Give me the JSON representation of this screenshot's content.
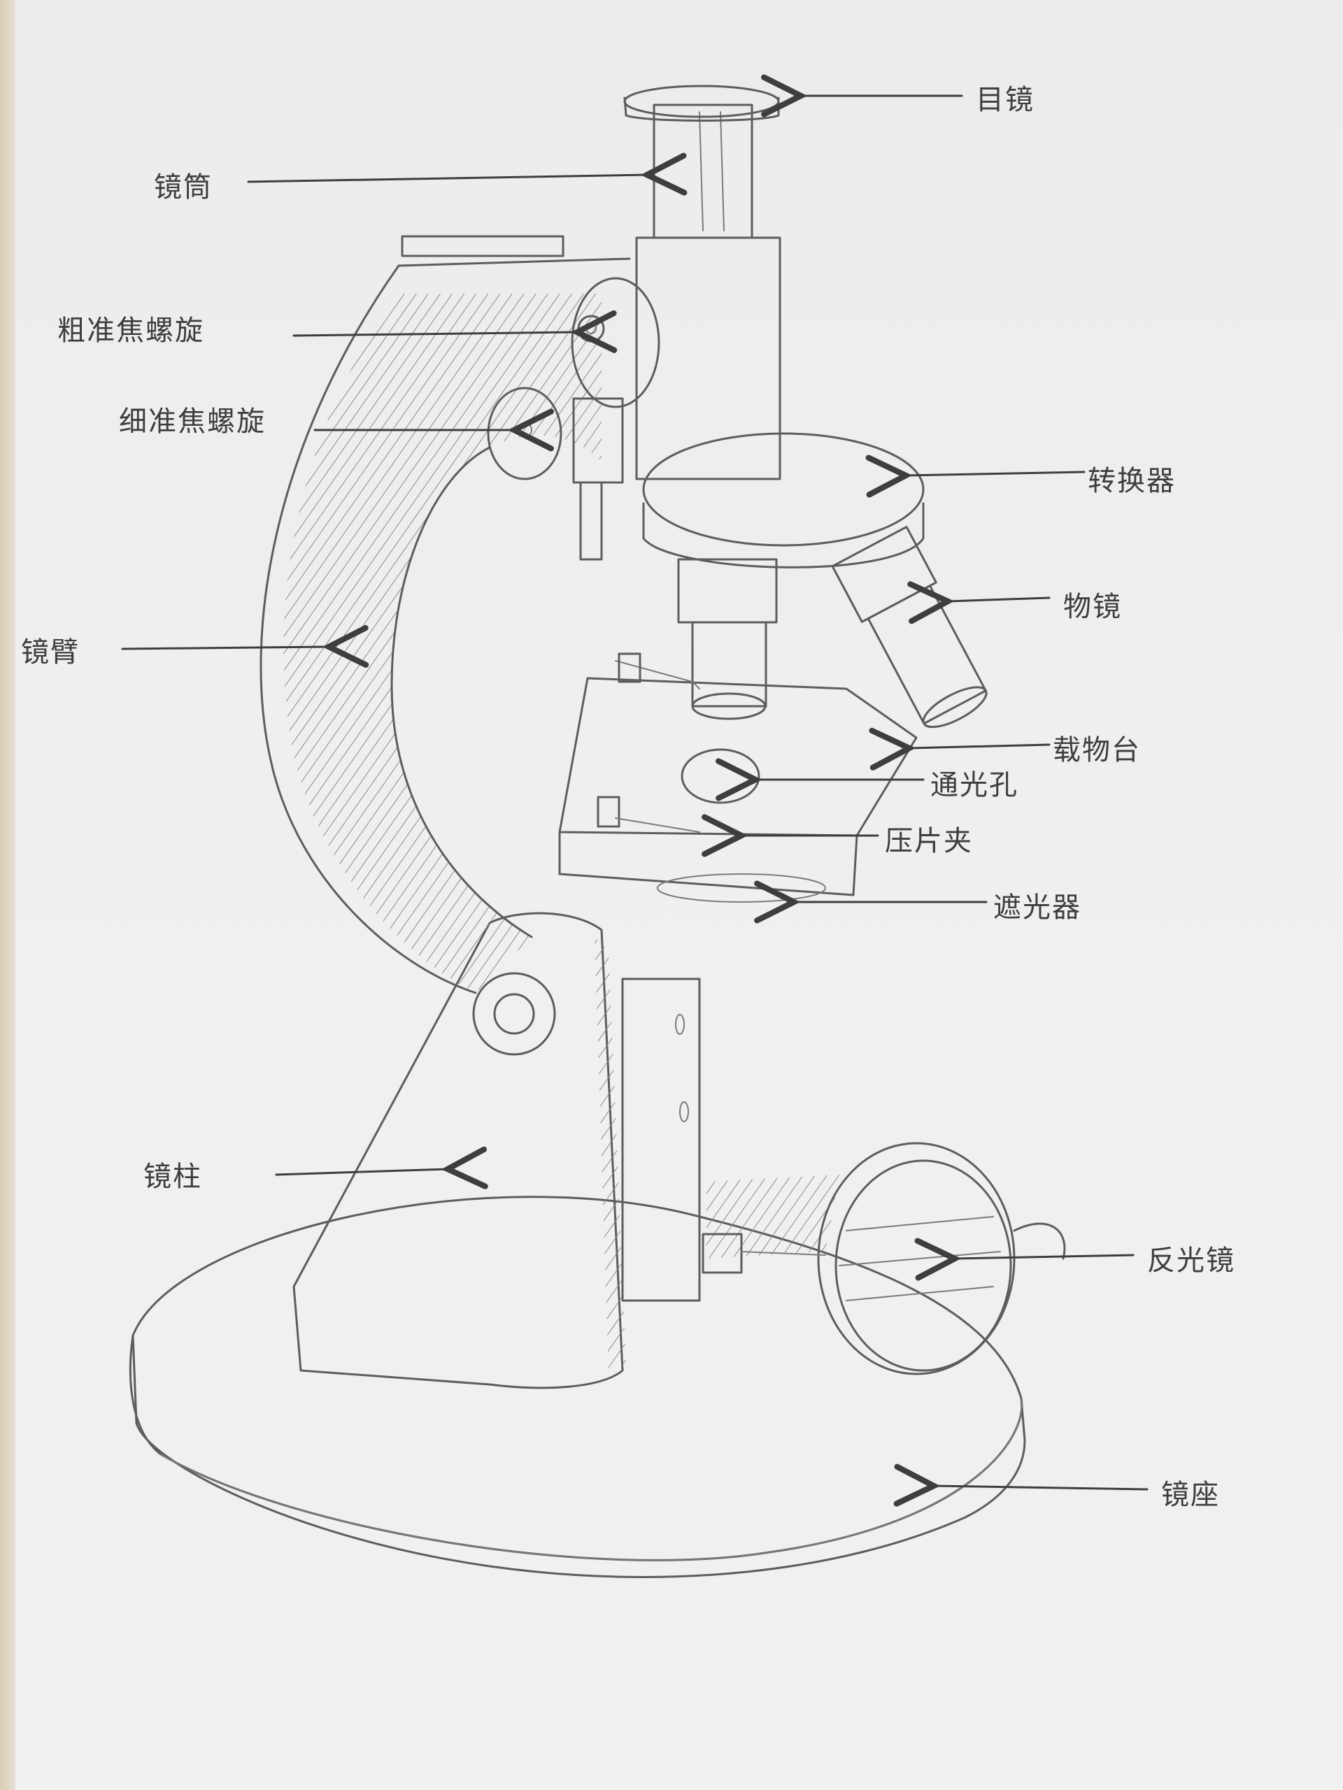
{
  "diagram": {
    "labels": {
      "eyepiece": "目镜",
      "tube": "镜筒",
      "coarse_focus": "粗准焦螺旋",
      "fine_focus": "细准焦螺旋",
      "nosepiece": "转换器",
      "objective": "物镜",
      "arm": "镜臂",
      "stage": "载物台",
      "aperture": "通光孔",
      "stage_clip": "压片夹",
      "diaphragm": "遮光器",
      "pillar": "镜柱",
      "mirror": "反光镜",
      "base": "镜座"
    }
  },
  "colors": {
    "paper": "#efefef",
    "pencil": "#5d5d5d",
    "ink": "#3e3e3e"
  }
}
